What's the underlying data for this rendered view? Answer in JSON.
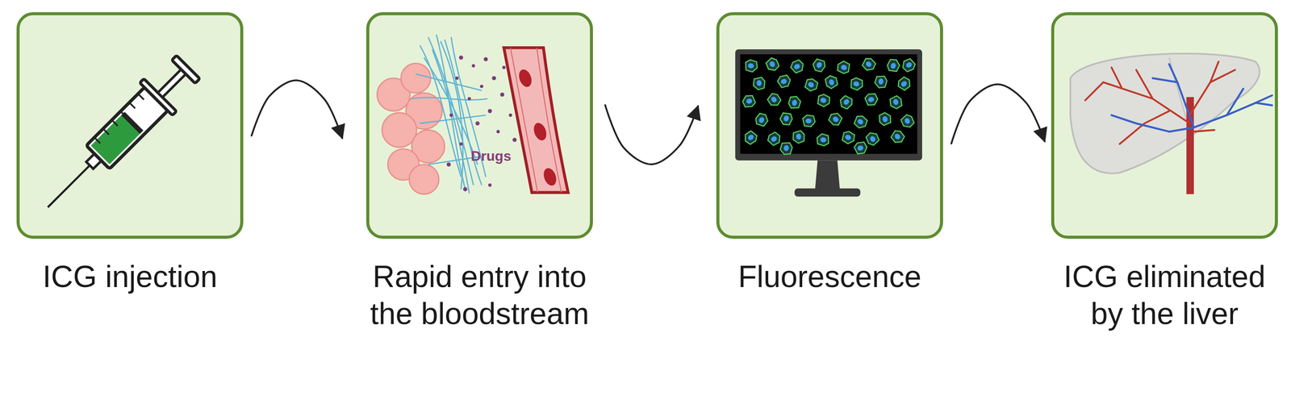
{
  "diagram": {
    "nodes": [
      {
        "text": [
          "ICG injection"
        ]
      },
      {
        "text": [
          "Rapid entry into the bloodstream"
        ]
      },
      {
        "text": [
          "Fluorescence"
        ]
      },
      {
        "text": [
          "ICG eliminated by the liver"
        ]
      }
    ],
    "edges": [
      {
        "from": 0,
        "to": 1,
        "arrow": "to"
      },
      {
        "from": 1,
        "to": 2,
        "arrow": "to"
      },
      {
        "from": 2,
        "to": 3,
        "arrow": "to"
      }
    ],
    "labels": [
      "Drugs"
    ]
  }
}
